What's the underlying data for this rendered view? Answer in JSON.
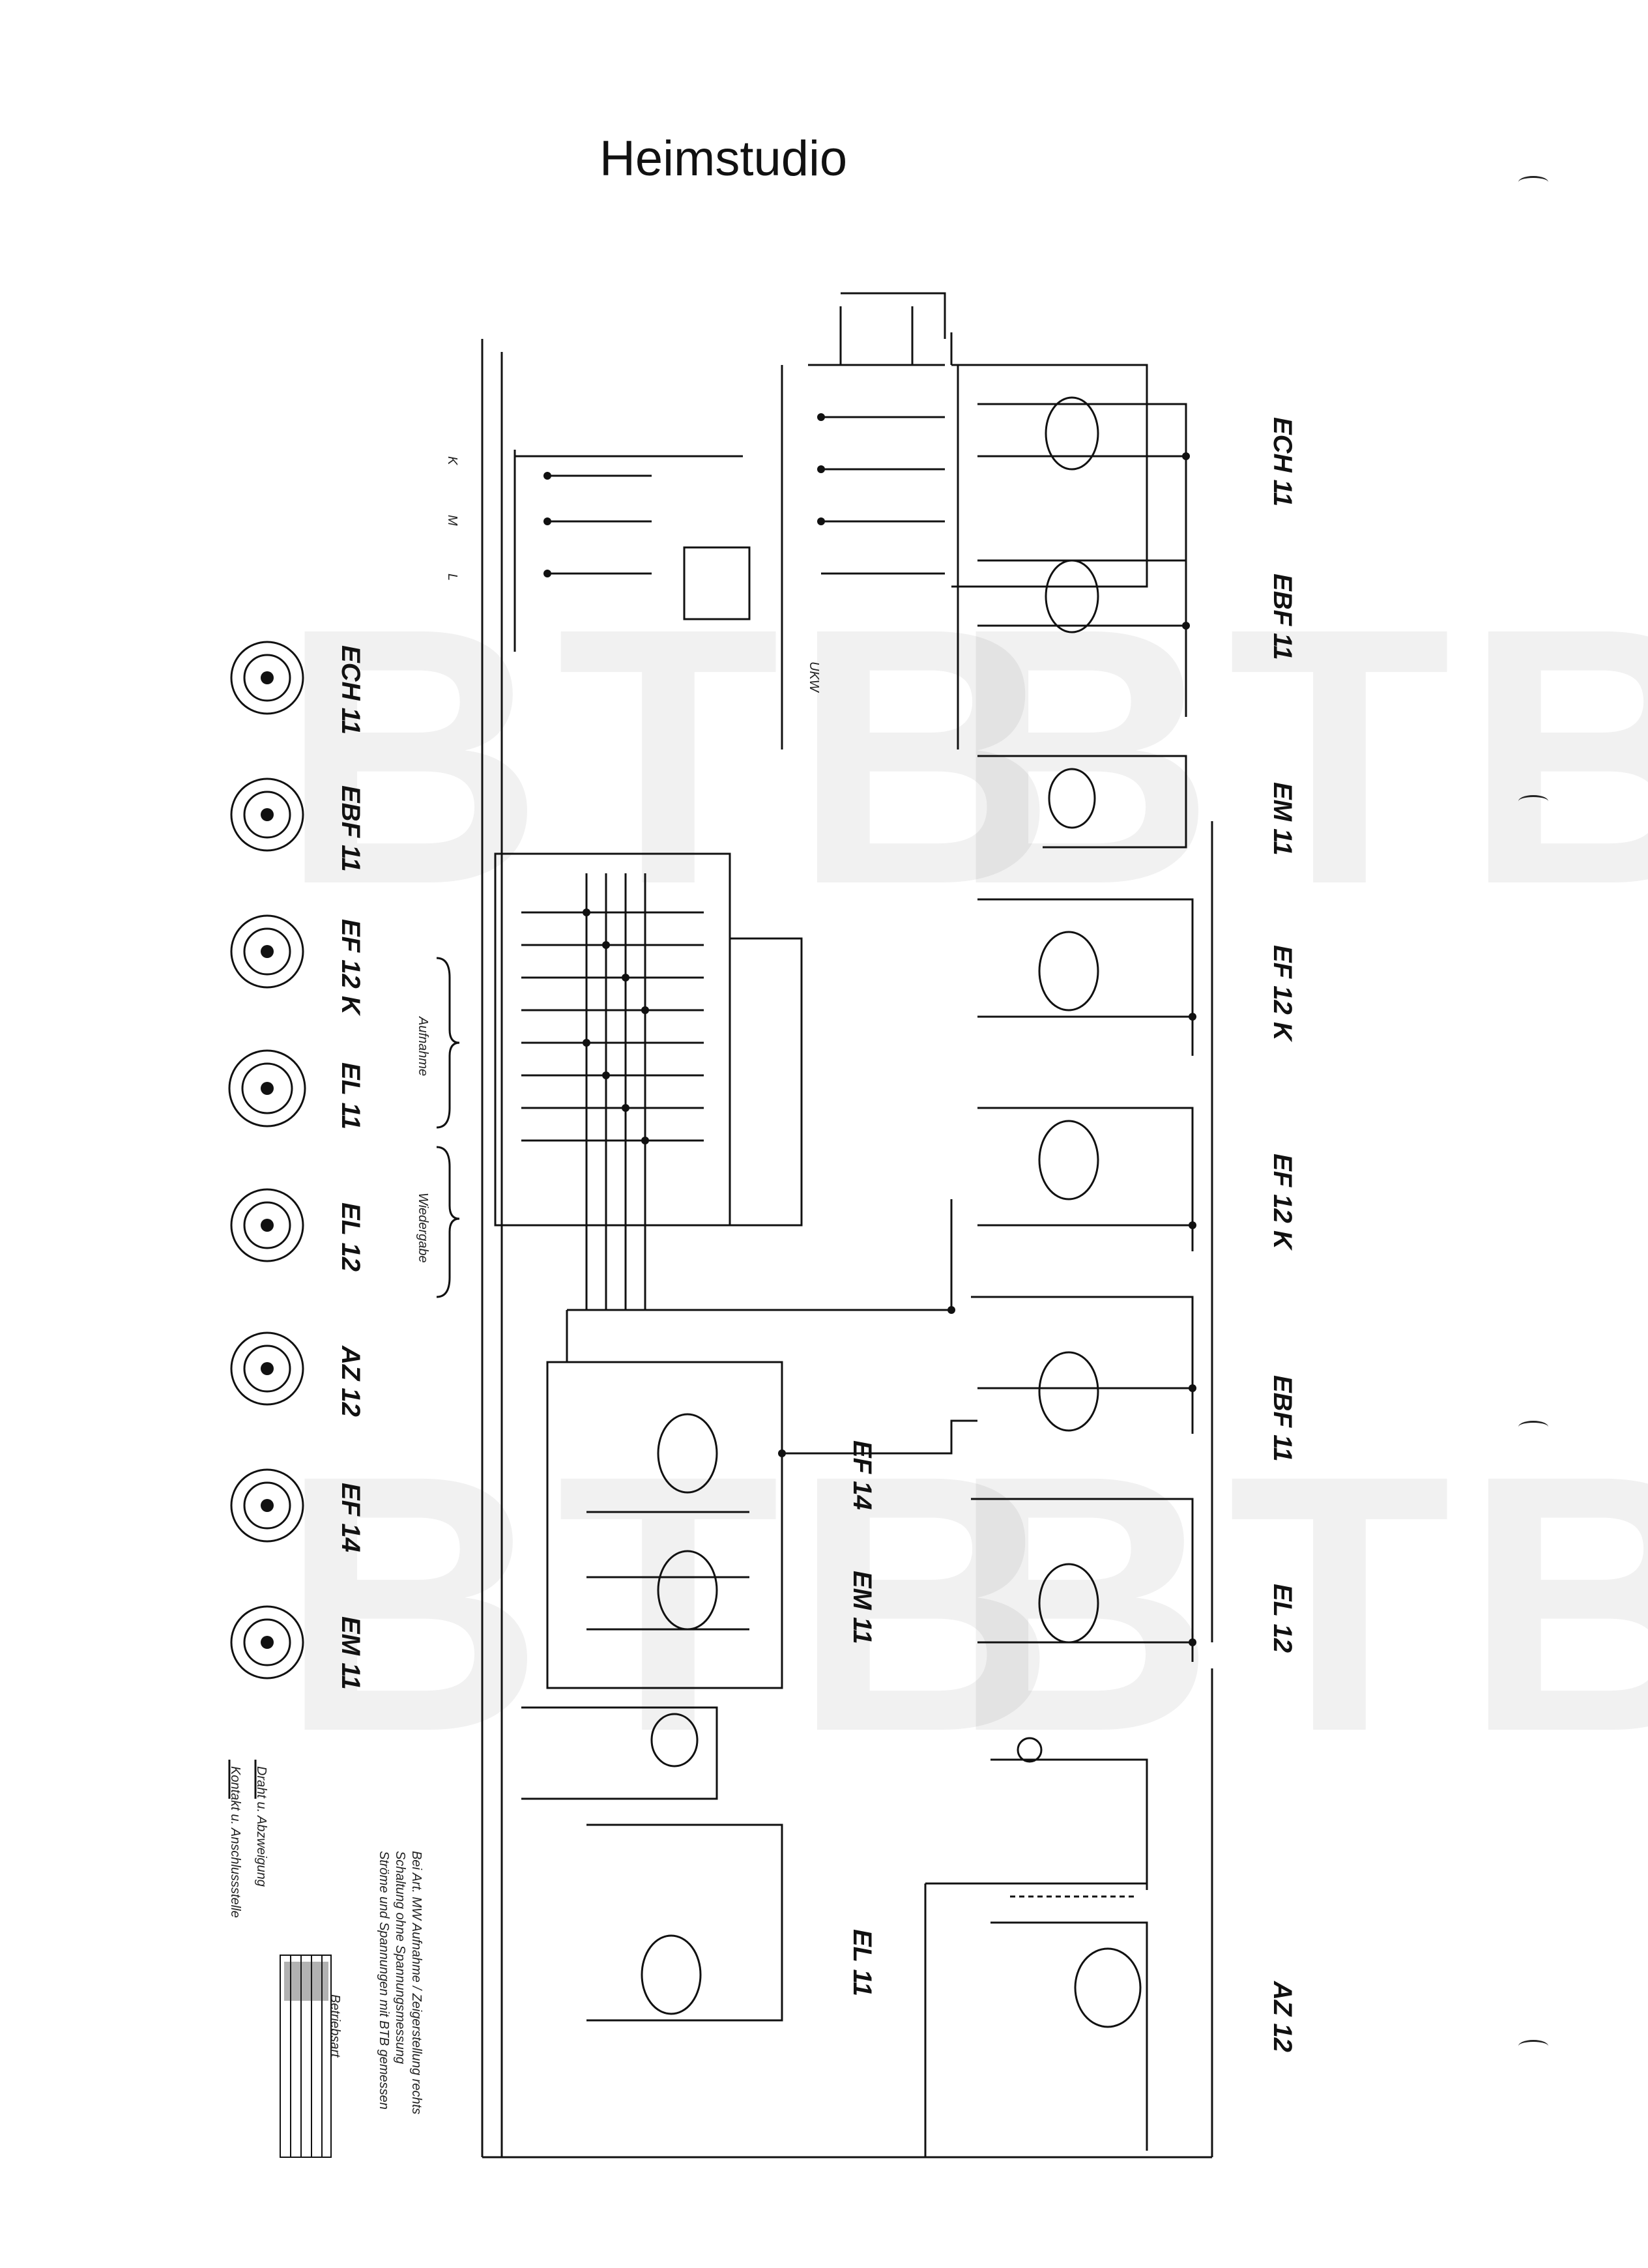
{
  "page": {
    "title": "Heimstudio",
    "watermark": "BTB"
  },
  "tube_sockets": [
    "ECH 11",
    "EBF 11",
    "EF 12 K",
    "EL 11",
    "EL 12",
    "AZ 12",
    "EF 14",
    "EM 11"
  ],
  "stage_labels_right": [
    "ECH 11",
    "EBF 11",
    "EM 11",
    "EF 12 K",
    "EF 12 K",
    "EBF 11",
    "EL 12",
    "AZ 12"
  ],
  "stage_labels_middle": [
    "EF 14",
    "EM 11",
    "EL 11"
  ],
  "band_labels": [
    "K",
    "M",
    "L",
    "UKW"
  ],
  "notes": {
    "block_b": "Aufnahme",
    "block_w": "Wiedergabe",
    "legend_1": "Kontakt u. Anschlussstelle",
    "legend_2": "Draht u. Abzweigung",
    "footnote_1": "Ströme und Spannungen mit BTB gemessen",
    "footnote_2": "Schaltung ohne Spannungsmessung",
    "footnote_3": "Bei Art. MW Aufnahme / Zeigerstellung rechts",
    "table_title": "Betriebsart"
  }
}
